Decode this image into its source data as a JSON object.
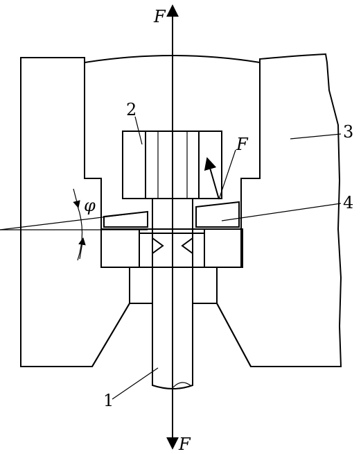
{
  "labels": {
    "force_top": "F",
    "force_bottom": "F",
    "force_cone": "F",
    "angle": "φ",
    "part_1": "1",
    "part_2": "2",
    "part_3": "3",
    "part_4": "4"
  },
  "colors": {
    "line": "#000000",
    "background": "#ffffff"
  }
}
